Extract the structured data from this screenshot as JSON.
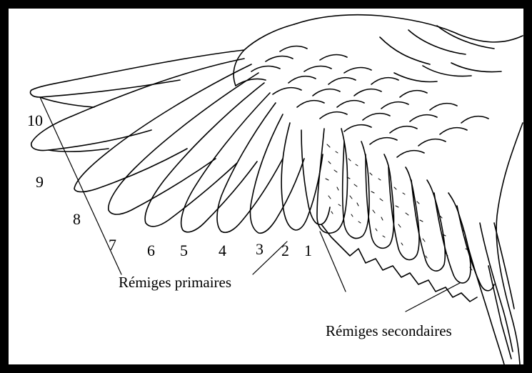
{
  "labels": {
    "primaries": "Rémiges primaires",
    "secondaries": "Rémiges secondaires"
  },
  "feather_numbers": [
    "10",
    "9",
    "8",
    "7",
    "6",
    "5",
    "4",
    "3",
    "2",
    "1"
  ],
  "colors": {
    "border": "#000000",
    "background": "#ffffff",
    "ink": "#000000"
  }
}
